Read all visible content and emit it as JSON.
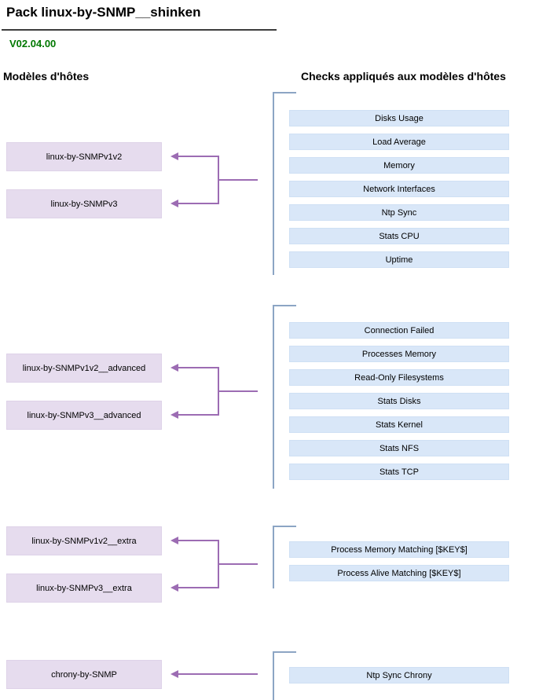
{
  "header": {
    "title": "Pack linux-by-SNMP__shinken",
    "version": "V02.04.00"
  },
  "columns": {
    "hosts_heading": "Modèles d'hôtes",
    "checks_heading": "Checks appliqués aux modèles d'hôtes"
  },
  "colors": {
    "host_box_bg": "#e6dcee",
    "check_box_bg": "#d9e7f8",
    "connector_arrow": "#9c6cb3",
    "bracket": "#8ca5c4",
    "version_text": "#007800",
    "title_underline": "#3d3d3d"
  },
  "groups": [
    {
      "hosts": [
        "linux-by-SNMPv1v2",
        "linux-by-SNMPv3"
      ],
      "checks": [
        "Disks Usage",
        "Load Average",
        "Memory",
        "Network Interfaces",
        "Ntp Sync",
        "Stats CPU",
        "Uptime"
      ]
    },
    {
      "hosts": [
        "linux-by-SNMPv1v2__advanced",
        "linux-by-SNMPv3__advanced"
      ],
      "checks": [
        "Connection Failed",
        "Processes Memory",
        "Read-Only Filesystems",
        "Stats Disks",
        "Stats Kernel",
        "Stats NFS",
        "Stats TCP"
      ]
    },
    {
      "hosts": [
        "linux-by-SNMPv1v2__extra",
        "linux-by-SNMPv3__extra"
      ],
      "checks": [
        "Process Memory Matching [$KEY$]",
        "Process Alive Matching [$KEY$]"
      ]
    },
    {
      "hosts": [
        "chrony-by-SNMP"
      ],
      "checks": [
        "Ntp Sync Chrony"
      ]
    }
  ]
}
